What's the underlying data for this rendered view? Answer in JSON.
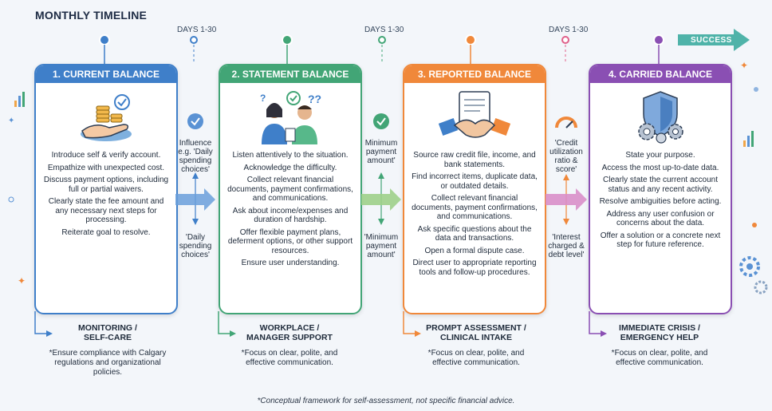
{
  "title": "MONTHLY TIMELINE",
  "timeline": {
    "days_labels": [
      "DAYS 1-30",
      "DAYS 1-30",
      "DAYS 1-30"
    ],
    "end_label": "SUCCESS"
  },
  "colors": {
    "blue": "#3f7fc9",
    "green": "#42a576",
    "orange": "#f0883a",
    "purple": "#8a4fb3"
  },
  "cards": [
    {
      "header": "1. CURRENT BALANCE",
      "icon": "hand-coins-icon",
      "lines": [
        "Introduce self & verify account.",
        "Empathize with unexpected cost.",
        "Discuss payment options, including full or partial waivers.",
        "Clearly state the fee amount and any necessary next steps for processing.",
        "Reiterate goal to resolve."
      ],
      "support_title": [
        "MONITORING /",
        "SELF-CARE"
      ],
      "support_note": "*Ensure compliance with Calgary regulations and organizational policies."
    },
    {
      "header": "2. STATEMENT BALANCE",
      "icon": "conversation-icon",
      "lines": [
        "Listen attentively to the situation.",
        "Acknowledge the difficulty.",
        "Collect relevant financial documents, payment confirmations, and communications.",
        "Ask about income/expenses and duration of hardship.",
        "Offer flexible payment plans, deferment options, or other support resources.",
        "Ensure user understanding."
      ],
      "support_title": [
        "WORKPLACE /",
        "MANAGER SUPPORT"
      ],
      "support_note": "*Focus on clear, polite, and effective communication."
    },
    {
      "header": "3. REPORTED BALANCE",
      "icon": "handshake-icon",
      "lines": [
        "Source raw credit file, income, and bank statements.",
        "Find incorrect items, duplicate data, or outdated details.",
        "Collect relevant financial documents, payment confirmations, and communications.",
        "Ask specific questions about the data and transactions.",
        "Open a formal dispute case.",
        "Direct user to appropriate reporting tools and follow-up procedures."
      ],
      "support_title": [
        "PROMPT ASSESSMENT /",
        "CLINICAL INTAKE"
      ],
      "support_note": "*Focus on clear, polite, and effective communication."
    },
    {
      "header": "4. CARRIED BALANCE",
      "icon": "shield-gears-icon",
      "lines": [
        "State your purpose.",
        "Access the most up-to-date data.",
        "Clearly state the current account status and any recent activity.",
        "Resolve ambiguities before acting.",
        "Address any user confusion or concerns about the data.",
        "Offer a solution or a concrete next step for future reference."
      ],
      "support_title": [
        "IMMEDIATE CRISIS /",
        "EMERGENCY HELP"
      ],
      "support_note": "*Focus on clear, polite, and effective communication."
    }
  ],
  "connectors": [
    {
      "top": "Influence e.g. 'Daily spending choices'",
      "bottom": "'Daily spending choices'",
      "icon": "check-badge-icon"
    },
    {
      "top": "Minimum payment amount'",
      "bottom": "'Minimum payment amount'",
      "icon": "check-circle-icon"
    },
    {
      "top": "'Credit utilization ratio & score'",
      "bottom": "'Interest charged & debt level'",
      "icon": "gauge-icon"
    }
  ],
  "footnote": "*Conceptual framework for self-assessment, not specific financial advice."
}
